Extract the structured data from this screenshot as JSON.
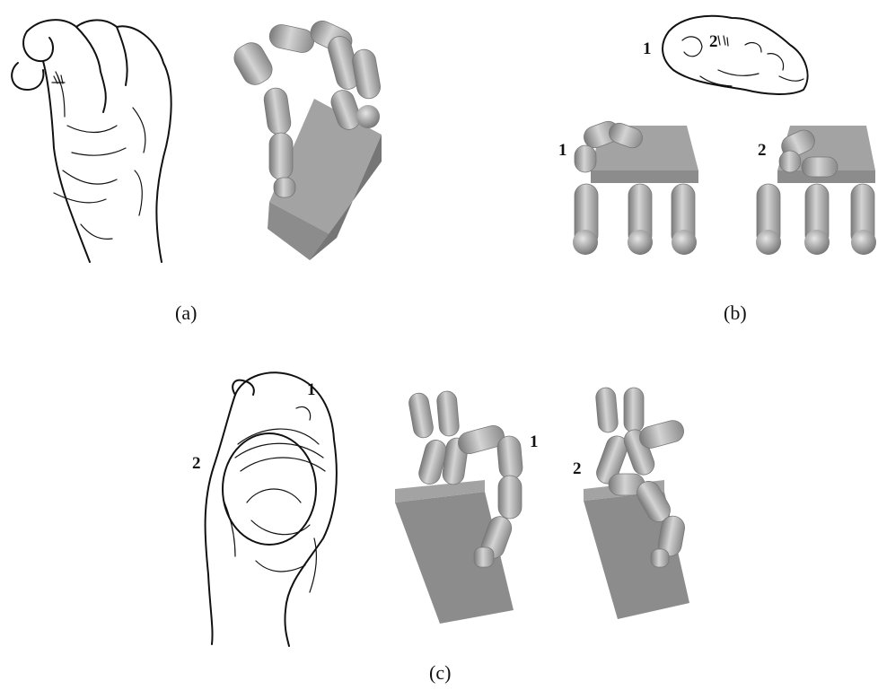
{
  "panels": {
    "a": {
      "caption": "(a)"
    },
    "b": {
      "caption": "(b)",
      "labels": [
        "1",
        "2"
      ]
    },
    "c": {
      "caption": "(c)",
      "labels": [
        "1",
        "2"
      ]
    }
  },
  "colors": {
    "ink": "#111111",
    "block_front": "#8c8c8c",
    "block_side": "#767676",
    "block_top": "#a3a3a3",
    "finger_segment": "#a8a8a8",
    "finger_joint": "#d0d0d0",
    "background": "#ffffff"
  }
}
